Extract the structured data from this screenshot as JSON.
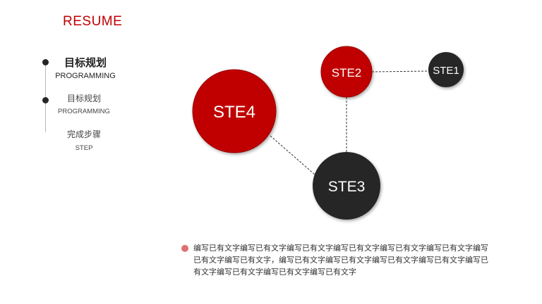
{
  "title": "RESUME",
  "nav": [
    {
      "cn": "目标规划",
      "en": "PROGRAMMING"
    },
    {
      "cn": "目标规划",
      "en": "PROGRAMMING"
    },
    {
      "cn": "完成步骤",
      "en": "STEP"
    }
  ],
  "nodes": {
    "ste1": "STE1",
    "ste2": "STE2",
    "ste3": "STE3",
    "ste4": "STE4"
  },
  "colors": {
    "red": "#c00000",
    "dark": "#262626"
  },
  "caption": "编写已有文字编写已有文字编写已有文字编写已有文字编写已有文字编写已有文字编写已有文字编写已有文字，编写已有文字编写已有文字编写已有文字编写已有文字编写已有文字编写已有文字编写已有文字编写已有文字"
}
